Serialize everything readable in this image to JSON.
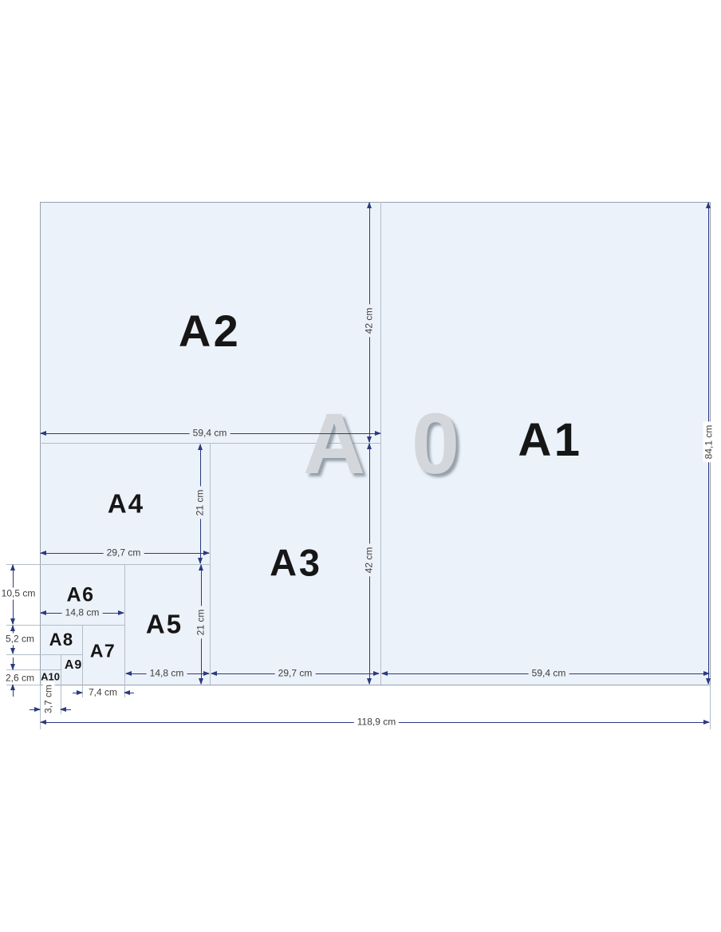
{
  "diagram": {
    "watermark": "A 0",
    "papers": {
      "a1": "A1",
      "a2": "A2",
      "a3": "A3",
      "a4": "A4",
      "a5": "A5",
      "a6": "A6",
      "a7": "A7",
      "a8": "A8",
      "a9": "A9",
      "a10": "A10"
    },
    "dimensions": {
      "a0_width": "118,9 cm",
      "a0_height": "84,1 cm",
      "a1_width": "59,4 cm",
      "a2_width": "59,4 cm",
      "a2_height": "42 cm",
      "a3_width": "29,7 cm",
      "a3_height": "42 cm",
      "a4_width": "29,7 cm",
      "a4_height": "21 cm",
      "a5_width": "14,8 cm",
      "a5_height": "21 cm",
      "a6_width": "14,8 cm",
      "a6_height": "10,5 cm",
      "a7_width": "7,4 cm",
      "a8_height": "5,2 cm",
      "a10_width": "3,7 cm",
      "a10_height": "2,6 cm"
    },
    "colors": {
      "sheet_fill": "#ecf2fa",
      "sheet_border": "#93a1ae",
      "divider": "#b3bdc7",
      "dimension_line": "#2c3a7e",
      "dimension_text": "#3d3d3d",
      "label_text": "#161616",
      "watermark": "#d3d7dc"
    }
  }
}
